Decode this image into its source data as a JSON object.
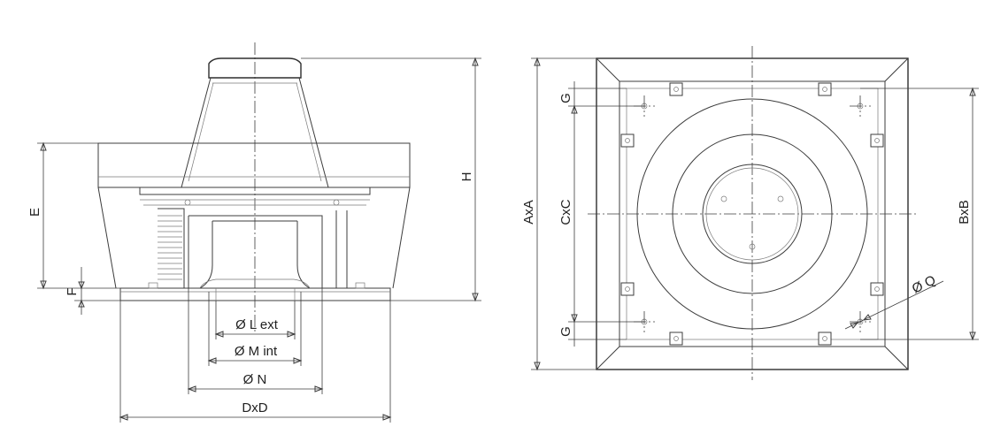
{
  "labels": {
    "E": "E",
    "F": "F",
    "H": "H",
    "L": "Ø L  ext",
    "M": "Ø M  int",
    "N": "Ø N",
    "D": "DxD",
    "A": "AxA",
    "C": "CxC",
    "G1": "G",
    "G2": "G",
    "B": "BxB",
    "Q": "Ø Q"
  },
  "colors": {
    "line": "#3c3c3c",
    "background": "#ffffff"
  }
}
